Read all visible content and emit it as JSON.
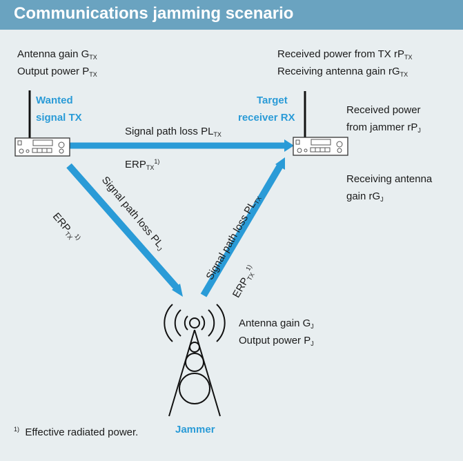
{
  "title": "Communications jamming scenario",
  "colors": {
    "header": "#6aa3c0",
    "background": "#e8eef0",
    "accent": "#2a9bd7",
    "text": "#1a1a1a"
  },
  "tx": {
    "name_line1": "Wanted",
    "name_line2": "signal TX",
    "antenna_gain": "Antenna gain G",
    "antenna_gain_sub": "TX",
    "output_power": "Output power P",
    "output_power_sub": "TX"
  },
  "rx": {
    "name_line1": "Target",
    "name_line2": "receiver RX",
    "received_power_tx": "Received power from TX rP",
    "received_power_tx_sub": "TX",
    "receiving_gain_tx": "Receiving antenna gain rG",
    "receiving_gain_tx_sub": "TX",
    "received_power_jammer_line1": "Received power",
    "received_power_jammer_line2": "from jammer rP",
    "received_power_jammer_sub": "J",
    "receiving_gain_j_line1": "Receiving antenna",
    "receiving_gain_j_line2": "gain rG",
    "receiving_gain_j_sub": "J"
  },
  "links": {
    "tx_rx_path_loss": "Signal path loss PL",
    "tx_rx_path_loss_sub": "TX",
    "tx_rx_erp": "ERP",
    "tx_rx_erp_sub": "TX",
    "tx_rx_erp_sup": "1)",
    "left_erp": "ERP",
    "left_erp_sub": "TX",
    "left_erp_sup": "1)",
    "left_path_loss": "Signal path loss PL",
    "left_path_loss_sub": "J",
    "right_path_loss": "Signal path loss PL",
    "right_path_loss_sub": "TX",
    "right_erp": "ERP",
    "right_erp_sub": "TX",
    "right_erp_sup": "1)"
  },
  "jammer": {
    "name": "Jammer",
    "antenna_gain": "Antenna gain G",
    "antenna_gain_sub": "J",
    "output_power": "Output power P",
    "output_power_sub": "J"
  },
  "footnote": {
    "marker": "1)",
    "text": "Effective radiated power."
  }
}
